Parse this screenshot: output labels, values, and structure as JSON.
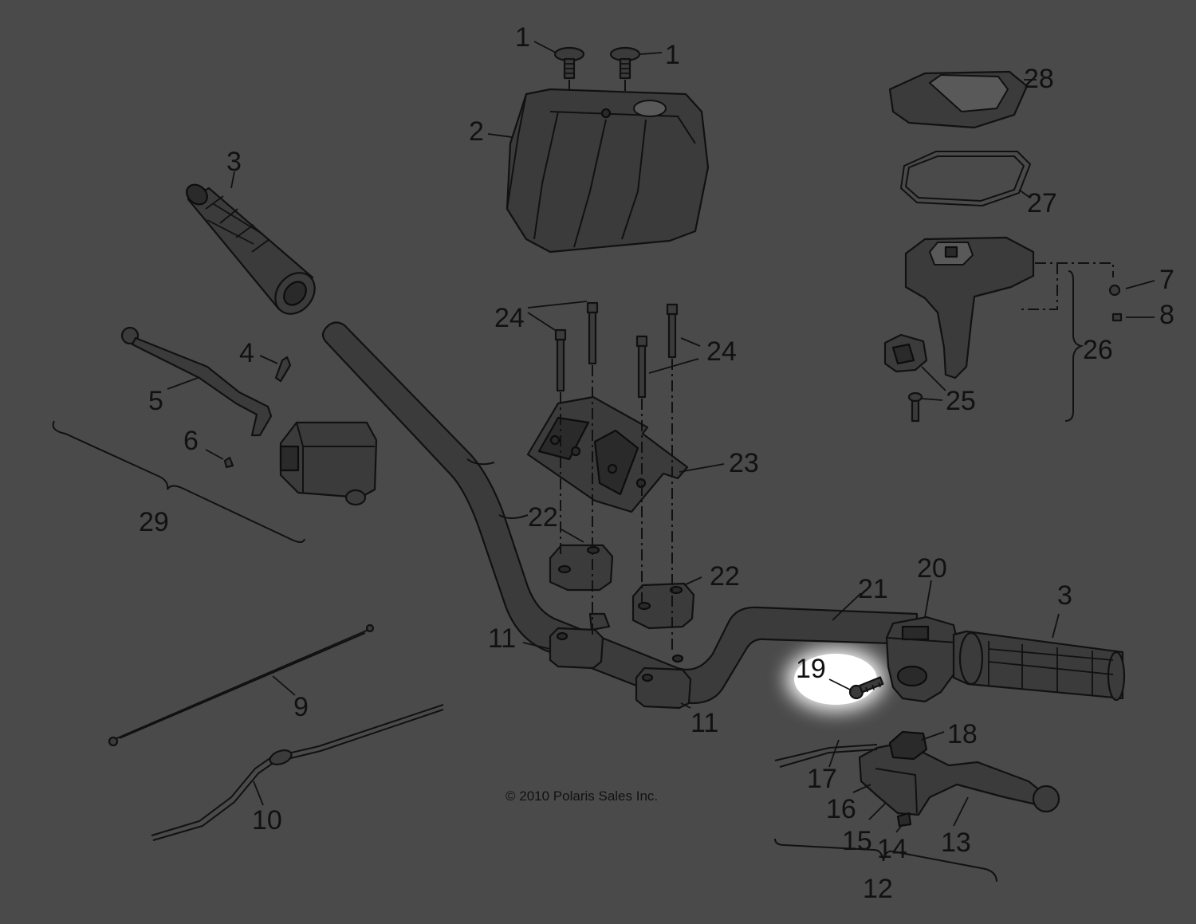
{
  "diagram": {
    "copyright": "© 2010 Polaris Sales Inc.",
    "highlighted_callout": "19",
    "callouts": {
      "c1a": "1",
      "c1b": "1",
      "c2": "2",
      "c3a": "3",
      "c3b": "3",
      "c4": "4",
      "c5": "5",
      "c6": "6",
      "c7": "7",
      "c8": "8",
      "c9": "9",
      "c10": "10",
      "c11a": "11",
      "c11b": "11",
      "c12": "12",
      "c13": "13",
      "c14": "14",
      "c15": "15",
      "c16": "16",
      "c17": "17",
      "c18": "18",
      "c19": "19",
      "c20": "20",
      "c21": "21",
      "c22a": "22",
      "c22b": "22",
      "c23": "23",
      "c24a": "24",
      "c24b": "24",
      "c25": "25",
      "c26": "26",
      "c27": "27",
      "c28": "28",
      "c29": "29"
    }
  }
}
